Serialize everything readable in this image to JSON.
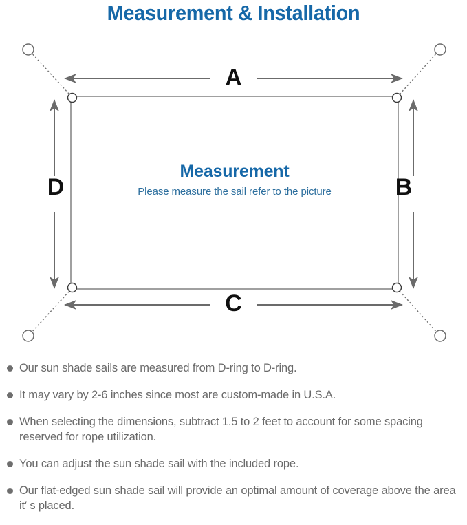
{
  "page": {
    "title": "Measurement & Installation",
    "background_color": "#ffffff"
  },
  "colors": {
    "title_blue": "#1668a8",
    "subtitle_blue": "#2d6f9e",
    "arrow_gray": "#6b6b6b",
    "outline_gray": "#808080",
    "note_text_gray": "#6a6a6a",
    "letter_black": "#101010"
  },
  "diagram": {
    "name": "sail-measurement-diagram",
    "shape_label_title": "Measurement",
    "shape_label_subtitle": "Please measure the sail refer to the picture",
    "dimension_labels": {
      "top": "A",
      "right": "B",
      "bottom": "C",
      "left": "D"
    },
    "anchors": [
      {
        "position": "top-left",
        "name": "anchor-point-top-left"
      },
      {
        "position": "top-right",
        "name": "anchor-point-top-right"
      },
      {
        "position": "bottom-left",
        "name": "anchor-point-bottom-left"
      },
      {
        "position": "bottom-right",
        "name": "anchor-point-bottom-right"
      }
    ],
    "d_rings": [
      {
        "position": "top-left",
        "name": "d-ring-top-left"
      },
      {
        "position": "top-right",
        "name": "d-ring-top-right"
      },
      {
        "position": "bottom-left",
        "name": "d-ring-bottom-left"
      },
      {
        "position": "bottom-right",
        "name": "d-ring-bottom-right"
      }
    ]
  },
  "notes": [
    {
      "text": "Our sun shade sails are measured from D-ring to D-ring."
    },
    {
      "text": "It may vary by 2-6 inches since most are custom-made in U.S.A."
    },
    {
      "text": "When selecting the dimensions, subtract 1.5 to 2 feet to account for some spacing reserved for rope utilization."
    },
    {
      "text": "You can adjust the sun shade sail with the included rope."
    },
    {
      "text": "Our flat-edged sun shade sail will provide an optimal amount of coverage above the area it′ s placed."
    }
  ]
}
